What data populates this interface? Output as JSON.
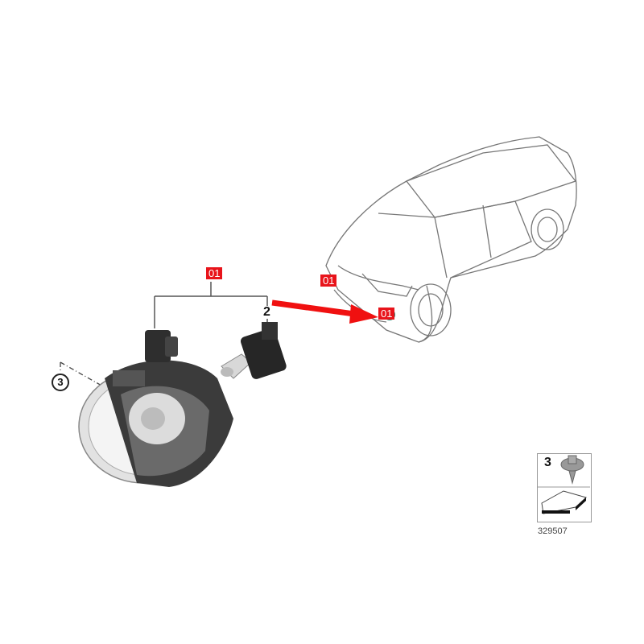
{
  "diagram": {
    "callouts": {
      "assembly_tag": "01",
      "car_tag_left": "01",
      "car_tag_right": "01",
      "bulb_number": "2",
      "screw_number": "3"
    },
    "legend": {
      "item_number": "3",
      "part_number": "329507"
    },
    "colors": {
      "tag_red": "#e8141b",
      "arrow_red": "#f01010",
      "line_gray": "#555555",
      "teal_dot": "#2a8f7d"
    },
    "components": [
      "fog-lamp-housing",
      "bulb",
      "screw-clip",
      "car-outline"
    ]
  }
}
